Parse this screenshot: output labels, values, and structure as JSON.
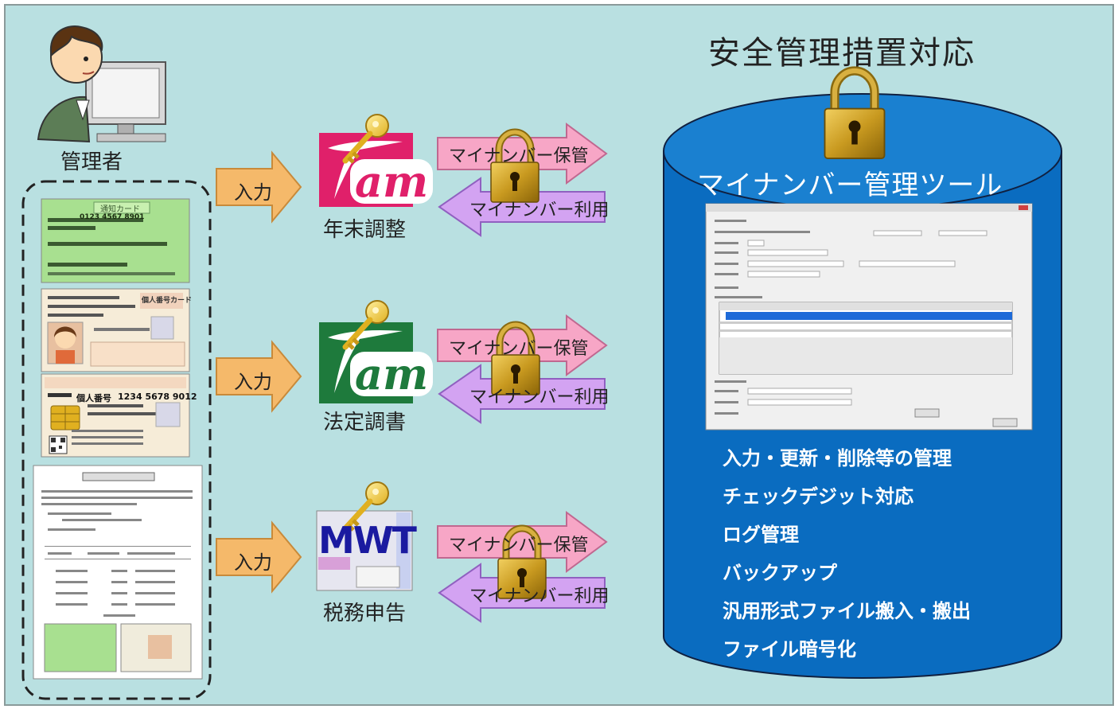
{
  "title": "安全管理措置対応",
  "admin_label": "管理者",
  "input_label": "入力",
  "apps": [
    {
      "label": "年末調整",
      "logo_text": "am",
      "logo_color": "#e0206a"
    },
    {
      "label": "法定調書",
      "logo_text": "am",
      "logo_color": "#1e7a3c"
    },
    {
      "label": "税務申告",
      "logo_text": "MWT",
      "logo_color": "#1a1aa0"
    }
  ],
  "arrows": {
    "store_label": "マイナンバー保管",
    "use_label": "マイナンバー利用"
  },
  "tool": {
    "name": "マイナンバー管理ツール",
    "features": [
      "入力・更新・削除等の管理",
      "チェックデジット対応",
      "ログ管理",
      "バックアップ",
      "汎用形式ファイル搬入・搬出",
      "ファイル暗号化"
    ]
  },
  "cards": {
    "notice_title": "通知カード",
    "personal_card_title": "個人番号カード",
    "notice_number": "0123 4567 8901",
    "card_number": "1234 5678 9012",
    "card_number_label": "個人番号"
  },
  "colors": {
    "background": "#b9e0e1",
    "cylinder": "#0a6cc0",
    "cylinder_top": "#1a80d0",
    "pink_arrow": "#f7a6c6",
    "purple_arrow": "#d3a3f2",
    "input_arrow": "#f5b96a",
    "lock": "#c8a020"
  }
}
